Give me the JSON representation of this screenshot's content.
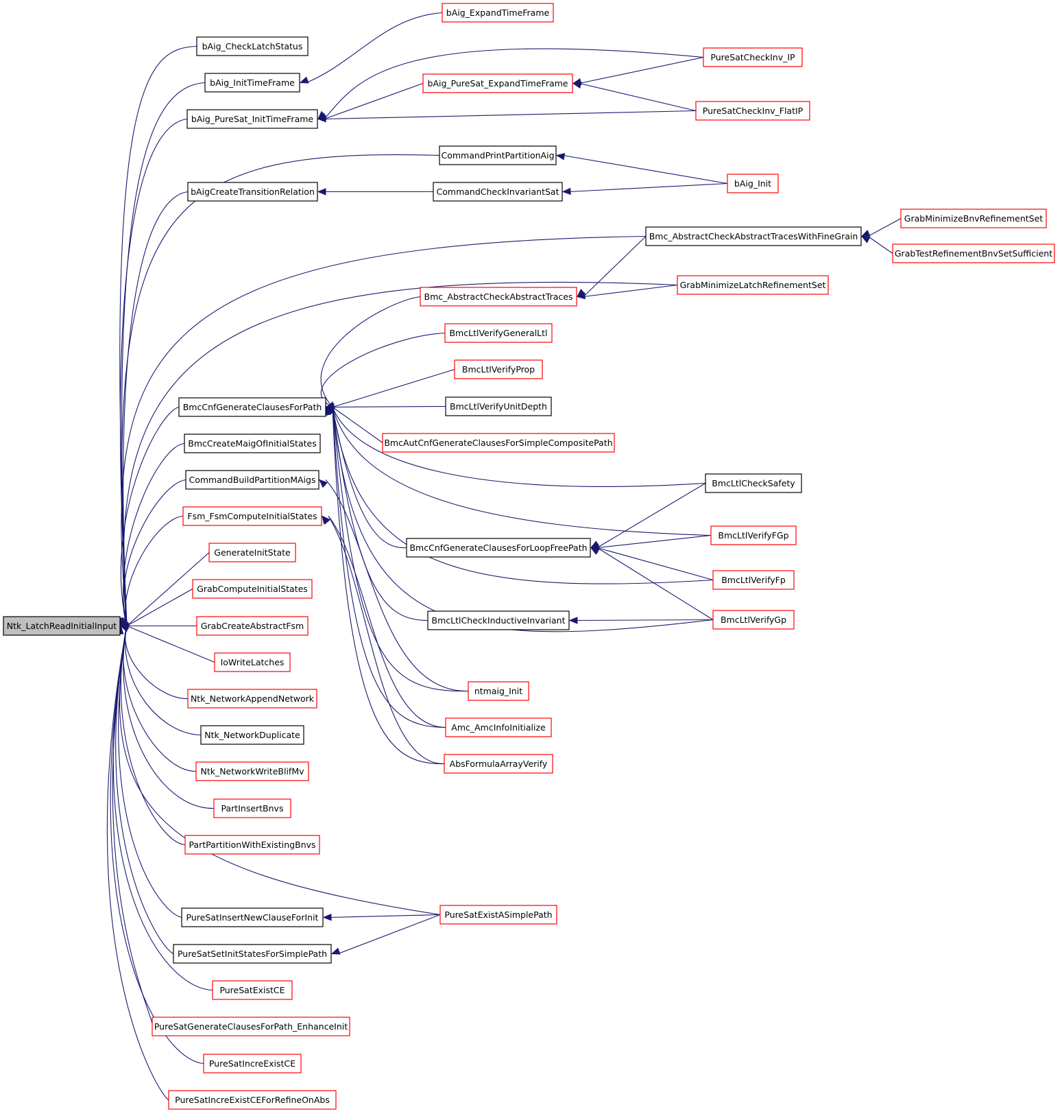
{
  "colors": {
    "edge": "#191970",
    "border_documented": "#000000",
    "border_undocumented": "#ff0000",
    "focus_fill": "#bfbfbf"
  },
  "graph": {
    "nodes": [
      {
        "id": "root",
        "label": "Ntk_LatchReadInitialInput",
        "style": "focus"
      },
      {
        "id": "n1",
        "label": "bAig_CheckLatchStatus",
        "style": "black"
      },
      {
        "id": "n2",
        "label": "bAig_InitTimeFrame",
        "style": "black"
      },
      {
        "id": "n3",
        "label": "bAig_PureSat_InitTimeFrame",
        "style": "black"
      },
      {
        "id": "n4",
        "label": "bAigCreateTransitionRelation",
        "style": "black"
      },
      {
        "id": "n5",
        "label": "BmcCnfGenerateClausesForPath",
        "style": "black"
      },
      {
        "id": "n6",
        "label": "BmcCreateMaigOfInitialStates",
        "style": "black"
      },
      {
        "id": "n7",
        "label": "CommandBuildPartitionMAigs",
        "style": "black"
      },
      {
        "id": "n8",
        "label": "Fsm_FsmComputeInitialStates",
        "style": "red"
      },
      {
        "id": "n9",
        "label": "GenerateInitState",
        "style": "red"
      },
      {
        "id": "n10",
        "label": "GrabComputeInitialStates",
        "style": "red"
      },
      {
        "id": "n11",
        "label": "GrabCreateAbstractFsm",
        "style": "red"
      },
      {
        "id": "n12",
        "label": "IoWriteLatches",
        "style": "red"
      },
      {
        "id": "n13",
        "label": "Ntk_NetworkAppendNetwork",
        "style": "red"
      },
      {
        "id": "n14",
        "label": "Ntk_NetworkDuplicate",
        "style": "black"
      },
      {
        "id": "n15",
        "label": "Ntk_NetworkWriteBlifMv",
        "style": "red"
      },
      {
        "id": "n16",
        "label": "PartInsertBnvs",
        "style": "red"
      },
      {
        "id": "n17",
        "label": "PartPartitionWithExistingBnvs",
        "style": "red"
      },
      {
        "id": "n18",
        "label": "PureSatInsertNewClauseForInit",
        "style": "black"
      },
      {
        "id": "n19",
        "label": "PureSatSetInitStatesForSimplePath",
        "style": "black"
      },
      {
        "id": "n20",
        "label": "PureSatExistCE",
        "style": "red"
      },
      {
        "id": "n21",
        "label": "PureSatGenerateClausesForPath_EnhanceInit",
        "style": "red"
      },
      {
        "id": "n22",
        "label": "PureSatIncreExistCE",
        "style": "red"
      },
      {
        "id": "n23",
        "label": "PureSatIncreExistCEForRefineOnAbs",
        "style": "red"
      },
      {
        "id": "m1",
        "label": "bAig_ExpandTimeFrame",
        "style": "red"
      },
      {
        "id": "m2",
        "label": "bAig_PureSat_ExpandTimeFrame",
        "style": "red"
      },
      {
        "id": "m3",
        "label": "CommandPrintPartitionAig",
        "style": "black"
      },
      {
        "id": "m4",
        "label": "CommandCheckInvariantSat",
        "style": "black"
      },
      {
        "id": "m5",
        "label": "Bmc_AbstractCheckAbstractTraces",
        "style": "red"
      },
      {
        "id": "m6",
        "label": "BmcLtlVerifyGeneralLtl",
        "style": "red"
      },
      {
        "id": "m7",
        "label": "BmcLtlVerifyProp",
        "style": "red"
      },
      {
        "id": "m8",
        "label": "BmcLtlVerifyUnitDepth",
        "style": "black"
      },
      {
        "id": "m9",
        "label": "BmcAutCnfGenerateClausesForSimpleCompositePath",
        "style": "red"
      },
      {
        "id": "m10",
        "label": "BmcCnfGenerateClausesForLoopFreePath",
        "style": "black"
      },
      {
        "id": "m11",
        "label": "BmcLtlCheckInductiveInvariant",
        "style": "black"
      },
      {
        "id": "m12",
        "label": "ntmaig_Init",
        "style": "red"
      },
      {
        "id": "m13",
        "label": "Amc_AmcInfoInitialize",
        "style": "red"
      },
      {
        "id": "m14",
        "label": "AbsFormulaArrayVerify",
        "style": "red"
      },
      {
        "id": "m15",
        "label": "PureSatExistASimplePath",
        "style": "red"
      },
      {
        "id": "r1",
        "label": "PureSatCheckInv_IP",
        "style": "red"
      },
      {
        "id": "r2",
        "label": "PureSatCheckInv_FlatIP",
        "style": "red"
      },
      {
        "id": "r3",
        "label": "bAig_Init",
        "style": "red"
      },
      {
        "id": "r4",
        "label": "Bmc_AbstractCheckAbstractTracesWithFineGrain",
        "style": "black"
      },
      {
        "id": "r5",
        "label": "GrabMinimizeLatchRefinementSet",
        "style": "red"
      },
      {
        "id": "r6",
        "label": "BmcLtlCheckSafety",
        "style": "black"
      },
      {
        "id": "r7",
        "label": "BmcLtlVerifyFGp",
        "style": "red"
      },
      {
        "id": "r8",
        "label": "BmcLtlVerifyFp",
        "style": "red"
      },
      {
        "id": "r9",
        "label": "BmcLtlVerifyGp",
        "style": "red"
      },
      {
        "id": "s1",
        "label": "GrabMinimizeBnvRefinementSet",
        "style": "red"
      },
      {
        "id": "s2",
        "label": "GrabTestRefinementBnvSetSufficient",
        "style": "red"
      }
    ],
    "edges": [
      [
        "root",
        "n1"
      ],
      [
        "root",
        "n2"
      ],
      [
        "root",
        "n3"
      ],
      [
        "root",
        "m3"
      ],
      [
        "root",
        "n4"
      ],
      [
        "root",
        "r4"
      ],
      [
        "root",
        "r5"
      ],
      [
        "root",
        "n5"
      ],
      [
        "root",
        "n6"
      ],
      [
        "root",
        "n7"
      ],
      [
        "root",
        "n8"
      ],
      [
        "root",
        "n9"
      ],
      [
        "root",
        "n10"
      ],
      [
        "root",
        "n11"
      ],
      [
        "root",
        "n12"
      ],
      [
        "root",
        "n13"
      ],
      [
        "root",
        "n14"
      ],
      [
        "root",
        "n15"
      ],
      [
        "root",
        "n16"
      ],
      [
        "root",
        "n17"
      ],
      [
        "root",
        "m15"
      ],
      [
        "root",
        "n18"
      ],
      [
        "root",
        "n19"
      ],
      [
        "root",
        "n20"
      ],
      [
        "root",
        "n21"
      ],
      [
        "root",
        "n22"
      ],
      [
        "root",
        "n23"
      ],
      [
        "n2",
        "m1"
      ],
      [
        "n3",
        "r1"
      ],
      [
        "n3",
        "m2"
      ],
      [
        "n3",
        "r2"
      ],
      [
        "m2",
        "r1"
      ],
      [
        "m2",
        "r2"
      ],
      [
        "m3",
        "r3"
      ],
      [
        "m4",
        "r3"
      ],
      [
        "n4",
        "m4"
      ],
      [
        "r4",
        "s1"
      ],
      [
        "r4",
        "s2"
      ],
      [
        "m5",
        "r4"
      ],
      [
        "m5",
        "r5"
      ],
      [
        "n5",
        "m5"
      ],
      [
        "n5",
        "m6"
      ],
      [
        "n5",
        "m7"
      ],
      [
        "n5",
        "m8"
      ],
      [
        "n5",
        "m9"
      ],
      [
        "n5",
        "r6"
      ],
      [
        "n5",
        "r7"
      ],
      [
        "n5",
        "m10"
      ],
      [
        "n5",
        "r8"
      ],
      [
        "n5",
        "m11"
      ],
      [
        "n5",
        "r9"
      ],
      [
        "n5",
        "m12"
      ],
      [
        "n5",
        "m13"
      ],
      [
        "n5",
        "m14"
      ],
      [
        "m10",
        "r6"
      ],
      [
        "m10",
        "r7"
      ],
      [
        "m10",
        "r8"
      ],
      [
        "m10",
        "r9"
      ],
      [
        "m11",
        "r9"
      ],
      [
        "n7",
        "m12"
      ],
      [
        "n8",
        "m13"
      ],
      [
        "n8",
        "m14"
      ],
      [
        "n18",
        "m15"
      ],
      [
        "n19",
        "m15"
      ]
    ]
  }
}
